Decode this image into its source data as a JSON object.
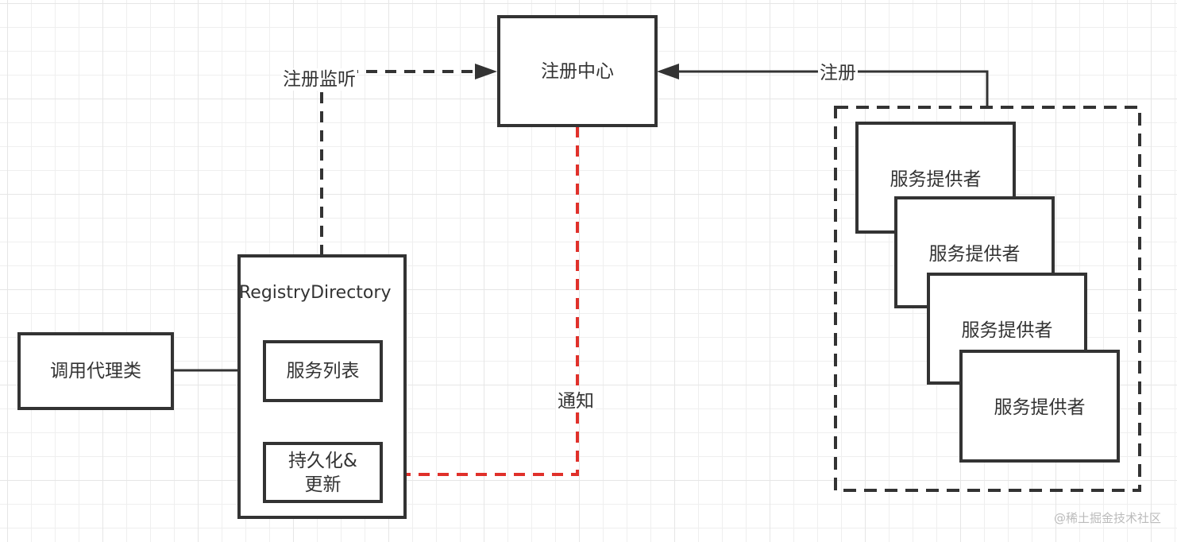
{
  "diagram": {
    "registry_center": {
      "label": "注册中心"
    },
    "registry_directory": {
      "title": "RegistryDirectory",
      "service_list": {
        "label": "服务列表"
      },
      "persist_update": {
        "label_line1": "持久化&",
        "label_line2": "更新"
      }
    },
    "invoker_proxy": {
      "label": "调用代理类"
    },
    "providers": [
      {
        "label": "服务提供者"
      },
      {
        "label": "服务提供者"
      },
      {
        "label": "服务提供者"
      },
      {
        "label": "服务提供者"
      }
    ],
    "edges": {
      "subscribe": {
        "label": "注册监听",
        "style": "dashed",
        "color": "#333333"
      },
      "register": {
        "label": "注册",
        "style": "solid",
        "color": "#333333"
      },
      "notify": {
        "label": "通知",
        "style": "dashed",
        "color": "#e0302a"
      }
    },
    "watermark": "@稀土掘金技术社区"
  }
}
